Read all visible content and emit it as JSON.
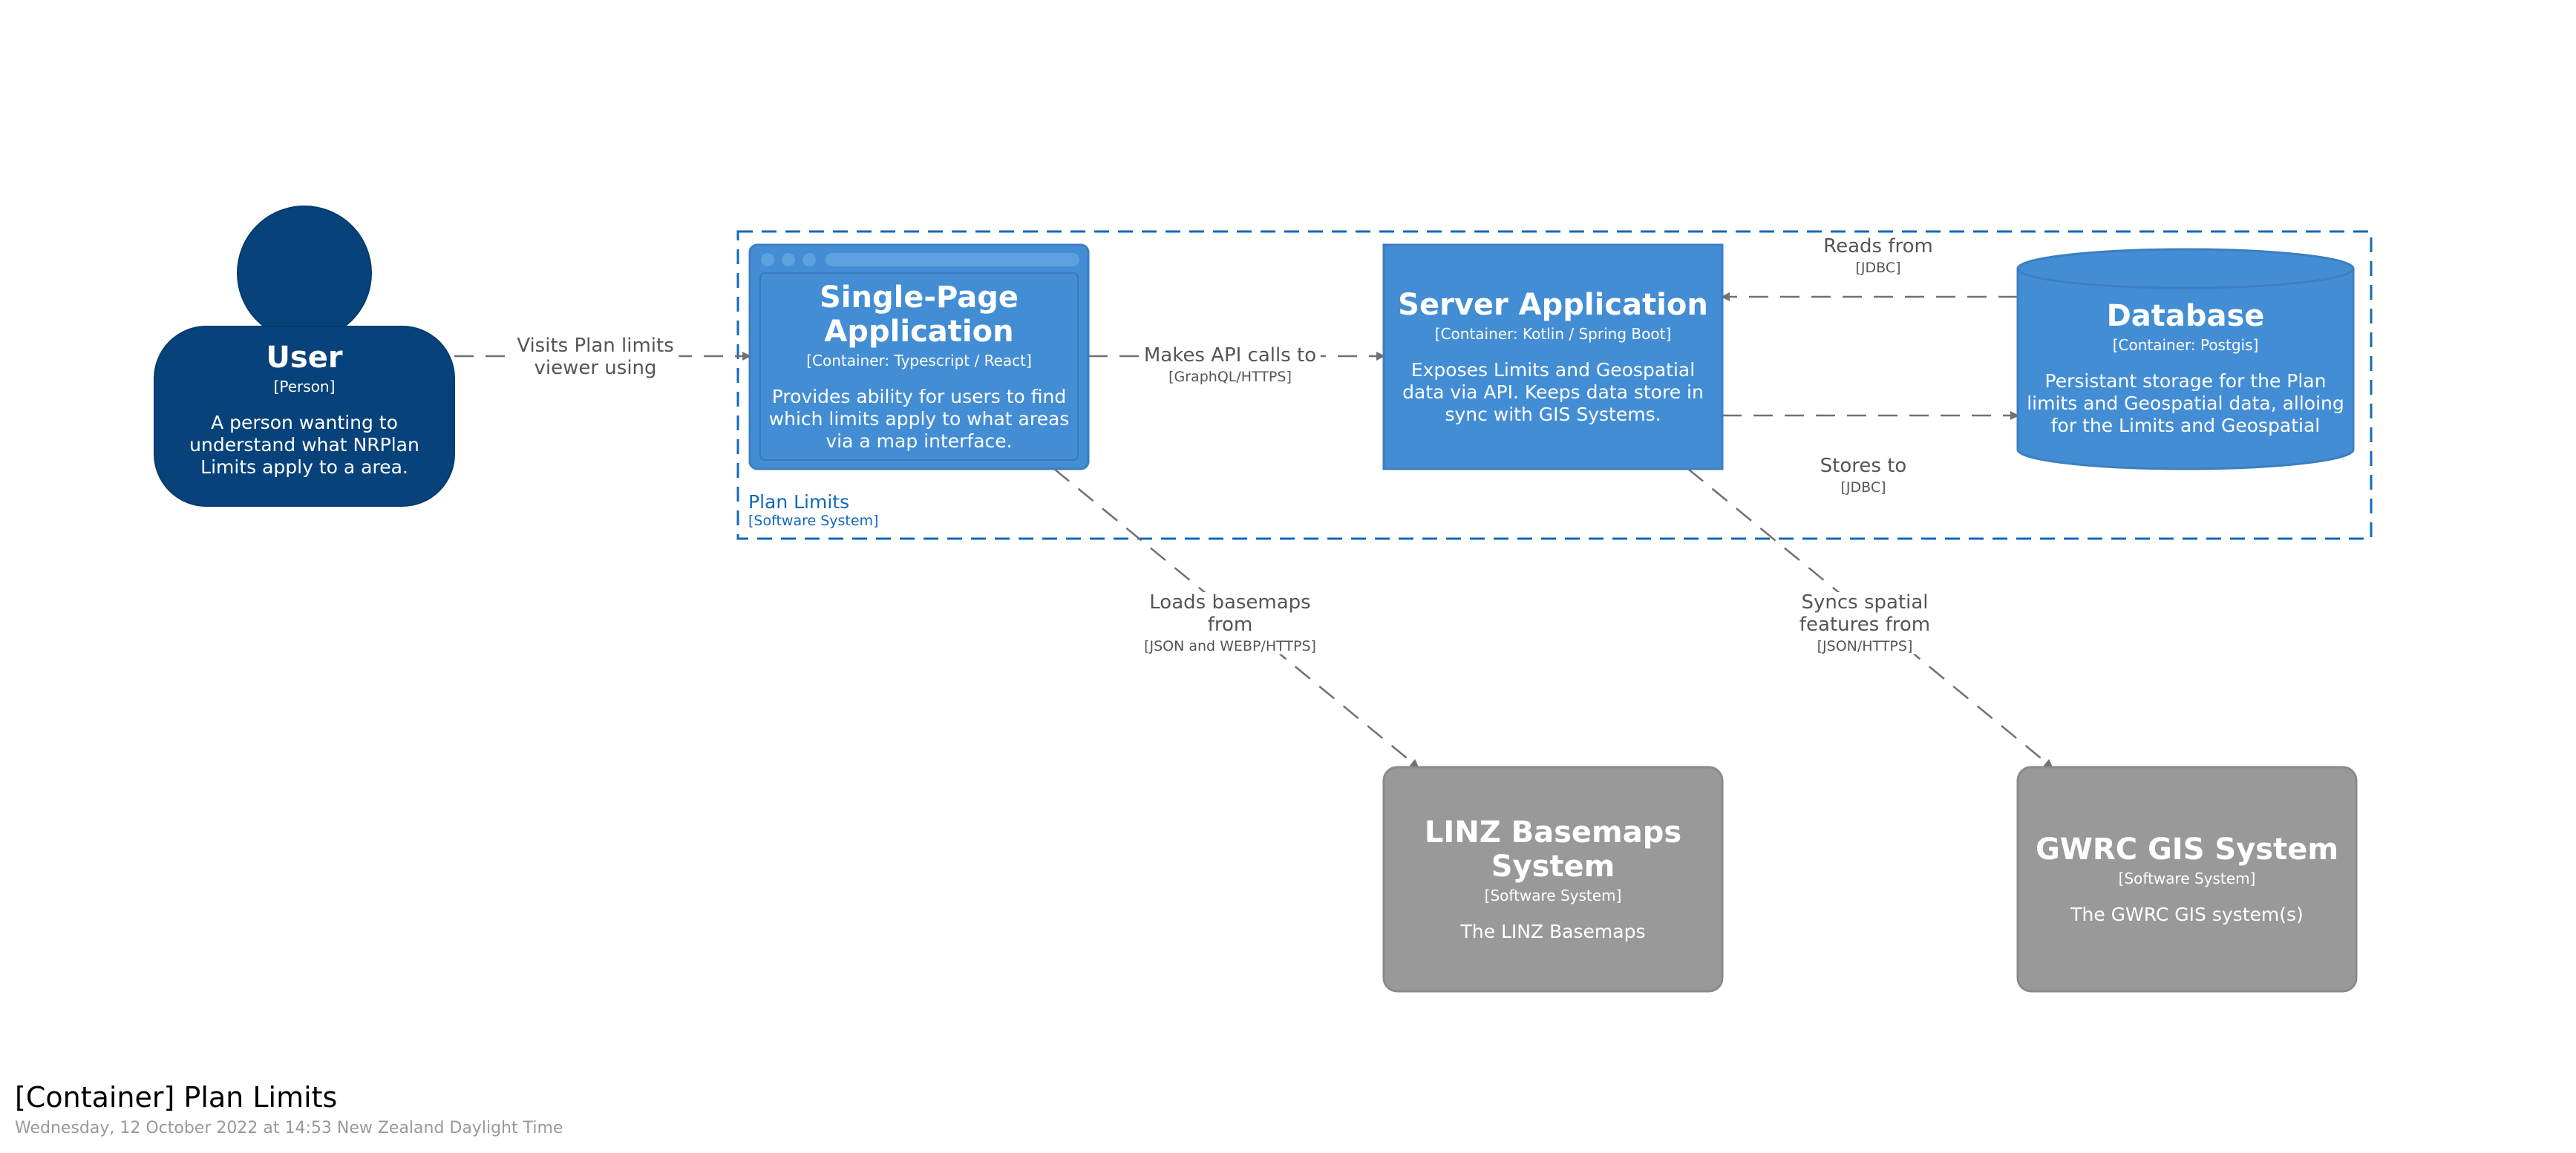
{
  "colors": {
    "person": "#08427b",
    "container": "#438dd5",
    "container_border": "#3c7fc0",
    "external": "#999999",
    "boundary": "#1168bd",
    "edge": "#707070",
    "edge_text": "#555555"
  },
  "nodes": {
    "user": {
      "title": "User",
      "type": "[Person]",
      "desc": "A person wanting to understand what NRPlan Limits apply to a area."
    },
    "spa": {
      "title": "Single-Page Application",
      "type": "[Container: Typescript / React]",
      "desc": "Provides ability for users to find which limits apply to what areas via a map interface."
    },
    "server": {
      "title": "Server Application",
      "type": "[Container: Kotlin / Spring Boot]",
      "desc": "Exposes Limits and Geospatial data via API. Keeps data store in sync with GIS Systems."
    },
    "database": {
      "title": "Database",
      "type": "[Container: Postgis]",
      "desc": "Persistant storage for the Plan limits and Geospatial data, alloing for the Limits and Geospatial"
    },
    "linz": {
      "title": "LINZ Basemaps System",
      "type": "[Software System]",
      "desc": "The LINZ Basemaps"
    },
    "gwrc": {
      "title": "GWRC GIS System",
      "type": "[Software System]",
      "desc": "The GWRC GIS system(s)"
    }
  },
  "boundary": {
    "name": "Plan Limits",
    "type": "[Software System]"
  },
  "edges": {
    "user_spa": {
      "label": "Visits Plan limits\nviewer using",
      "tech": ""
    },
    "spa_server": {
      "label": "Makes API calls to",
      "tech": "[GraphQL/HTTPS]"
    },
    "server_db_read": {
      "label": "Reads from",
      "tech": "[JDBC]"
    },
    "server_db_store": {
      "label": "Stores to",
      "tech": "[JDBC]"
    },
    "spa_linz": {
      "label": "Loads basemaps\nfrom",
      "tech": "[JSON and WEBP/HTTPS]"
    },
    "server_gwrc": {
      "label": "Syncs spatial\nfeatures from",
      "tech": "[JSON/HTTPS]"
    }
  },
  "footer": {
    "title": "[Container] Plan Limits",
    "subtitle": "Wednesday, 12 October 2022 at 14:53 New Zealand Daylight Time"
  }
}
